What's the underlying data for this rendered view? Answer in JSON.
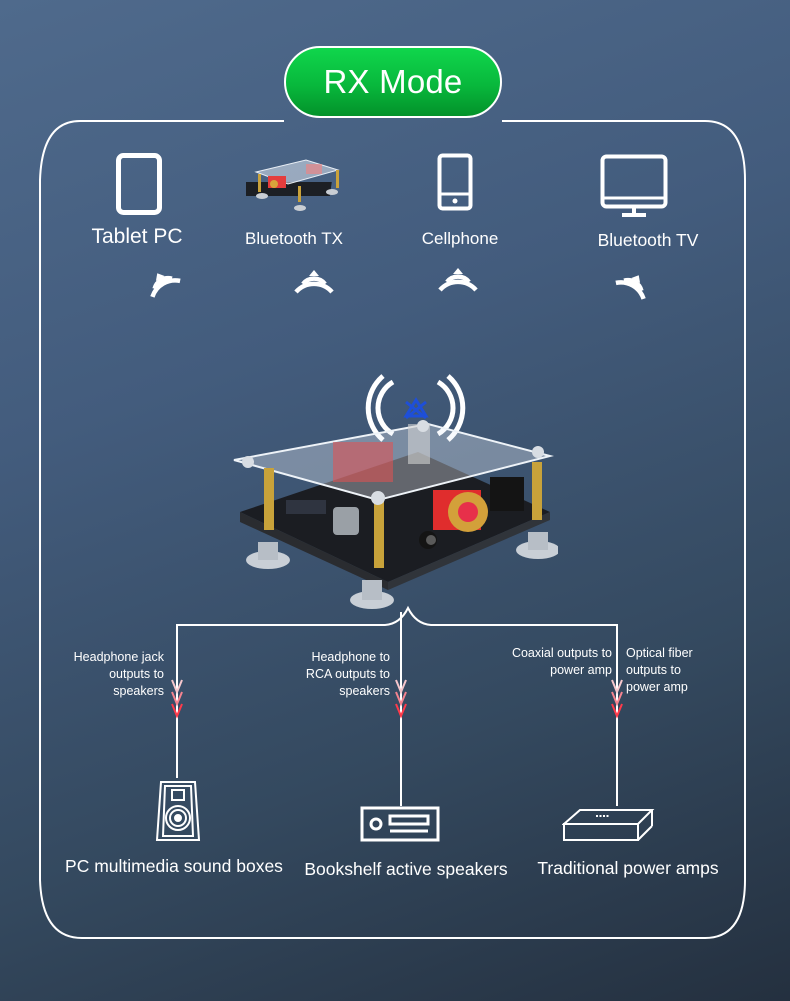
{
  "title": "RX Mode",
  "colors": {
    "mode_badge": "#08b83c",
    "arrow": "#ff4a57",
    "line": "#ffffff",
    "bluetooth": "#1e4fd8"
  },
  "sources": [
    {
      "label": "Tablet PC",
      "icon": "tablet-icon"
    },
    {
      "label": "Bluetooth TX",
      "icon": "bluetooth-tx-board-image"
    },
    {
      "label": "Cellphone",
      "icon": "cellphone-icon"
    },
    {
      "label": "Bluetooth TV",
      "icon": "monitor-icon"
    }
  ],
  "center_device": {
    "icon": "bluetooth-receiver-board-image",
    "badge": "bluetooth-icon"
  },
  "outputs": [
    {
      "lines": [
        "Headphone jack",
        "outputs to",
        "speakers"
      ]
    },
    {
      "lines": [
        "Headphone to",
        "RCA outputs to",
        "speakers"
      ]
    },
    {
      "lines": [
        "Coaxial outputs to",
        "power amp"
      ]
    },
    {
      "lines": [
        "Optical fiber",
        "outputs to",
        "power amp"
      ]
    }
  ],
  "destinations": [
    {
      "label": "PC multimedia sound boxes",
      "icon": "speaker-icon"
    },
    {
      "label": "Bookshelf active speakers",
      "icon": "receiver-icon"
    },
    {
      "label": "Traditional power amps",
      "icon": "amplifier-icon"
    }
  ]
}
